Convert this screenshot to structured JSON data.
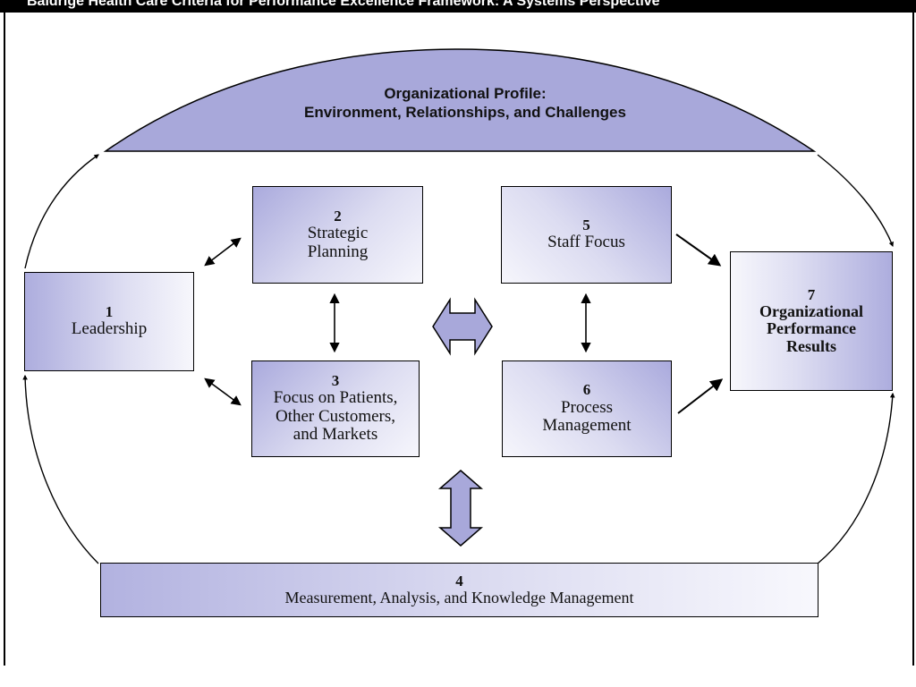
{
  "header": {
    "title": "Baldrige Health Care Criteria for Performance Excellence Framework: A Systems Perspective"
  },
  "profile": {
    "line1": "Organizational Profile:",
    "line2": "Environment, Relationships, and Challenges"
  },
  "categories": [
    {
      "number": "1",
      "label": "Leadership"
    },
    {
      "number": "2",
      "label": "Strategic\nPlanning"
    },
    {
      "number": "3",
      "label": "Focus on Patients,\nOther Customers,\nand Markets"
    },
    {
      "number": "4",
      "label": "Measurement, Analysis, and Knowledge Management"
    },
    {
      "number": "5",
      "label": "Staff Focus"
    },
    {
      "number": "6",
      "label": "Process\nManagement"
    },
    {
      "number": "7",
      "label": "Organizational\nPerformance\nResults"
    }
  ],
  "colors": {
    "fill": "#a8a8da",
    "light": "#f6f6fc",
    "stroke": "#000000"
  }
}
